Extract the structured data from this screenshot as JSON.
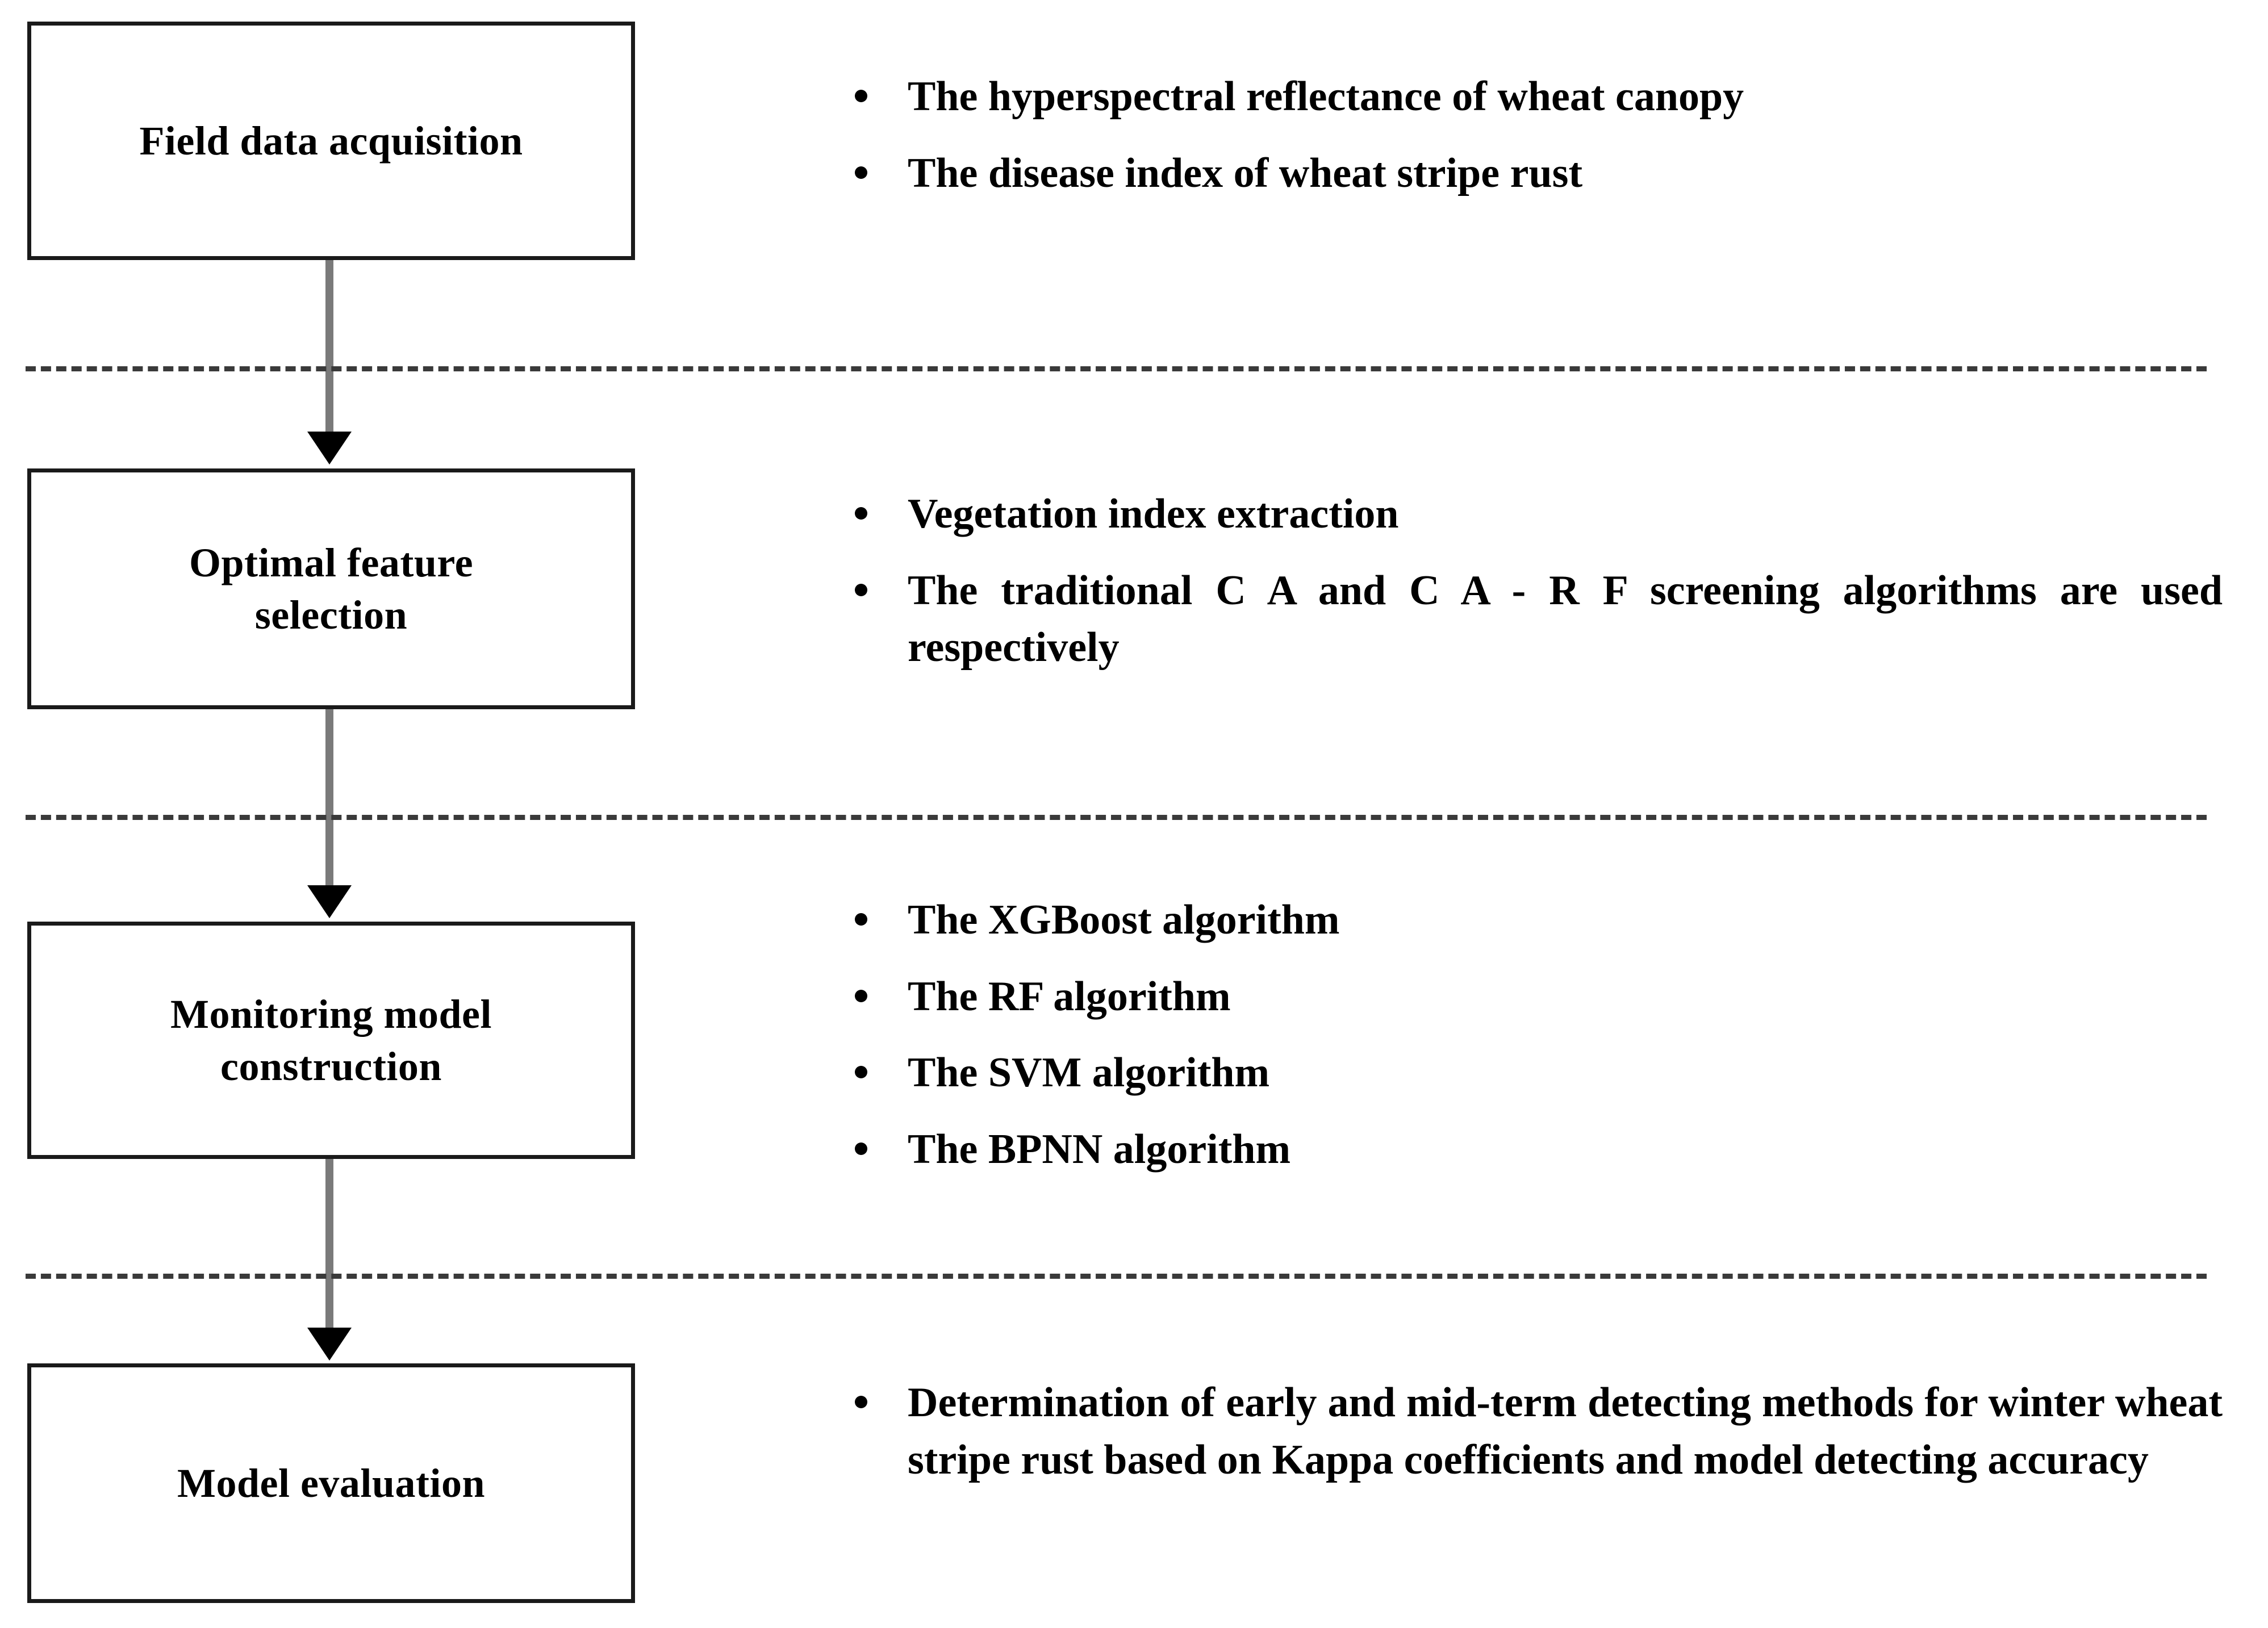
{
  "figure": {
    "type": "flowchart",
    "orientation": "vertical",
    "accent_color": "#000000",
    "connector_color": "#7a7a7a",
    "divider_color": "#3a3a3a"
  },
  "stages": [
    {
      "id": "field-data-acquisition",
      "label": "Field data acquisition",
      "bullets": [
        "The hyperspectral reflectance of wheat canopy",
        "The disease index of wheat stripe rust"
      ]
    },
    {
      "id": "optimal-feature-selection",
      "label": "Optimal feature\nselection",
      "bullets": [
        "Vegetation index extraction",
        "The traditional C A and C A - R F screening algorithms are used respectively"
      ]
    },
    {
      "id": "monitoring-model-construction",
      "label": "Monitoring model\nconstruction",
      "bullets": [
        "The XGBoost algorithm",
        "The RF algorithm",
        "The SVM algorithm",
        "The BPNN algorithm"
      ]
    },
    {
      "id": "model-evaluation",
      "label": "Model evaluation",
      "bullets": [
        "Determination of early and mid-term detecting methods for winter wheat stripe rust based on Kappa coefficients and model detecting accuracy"
      ]
    }
  ]
}
